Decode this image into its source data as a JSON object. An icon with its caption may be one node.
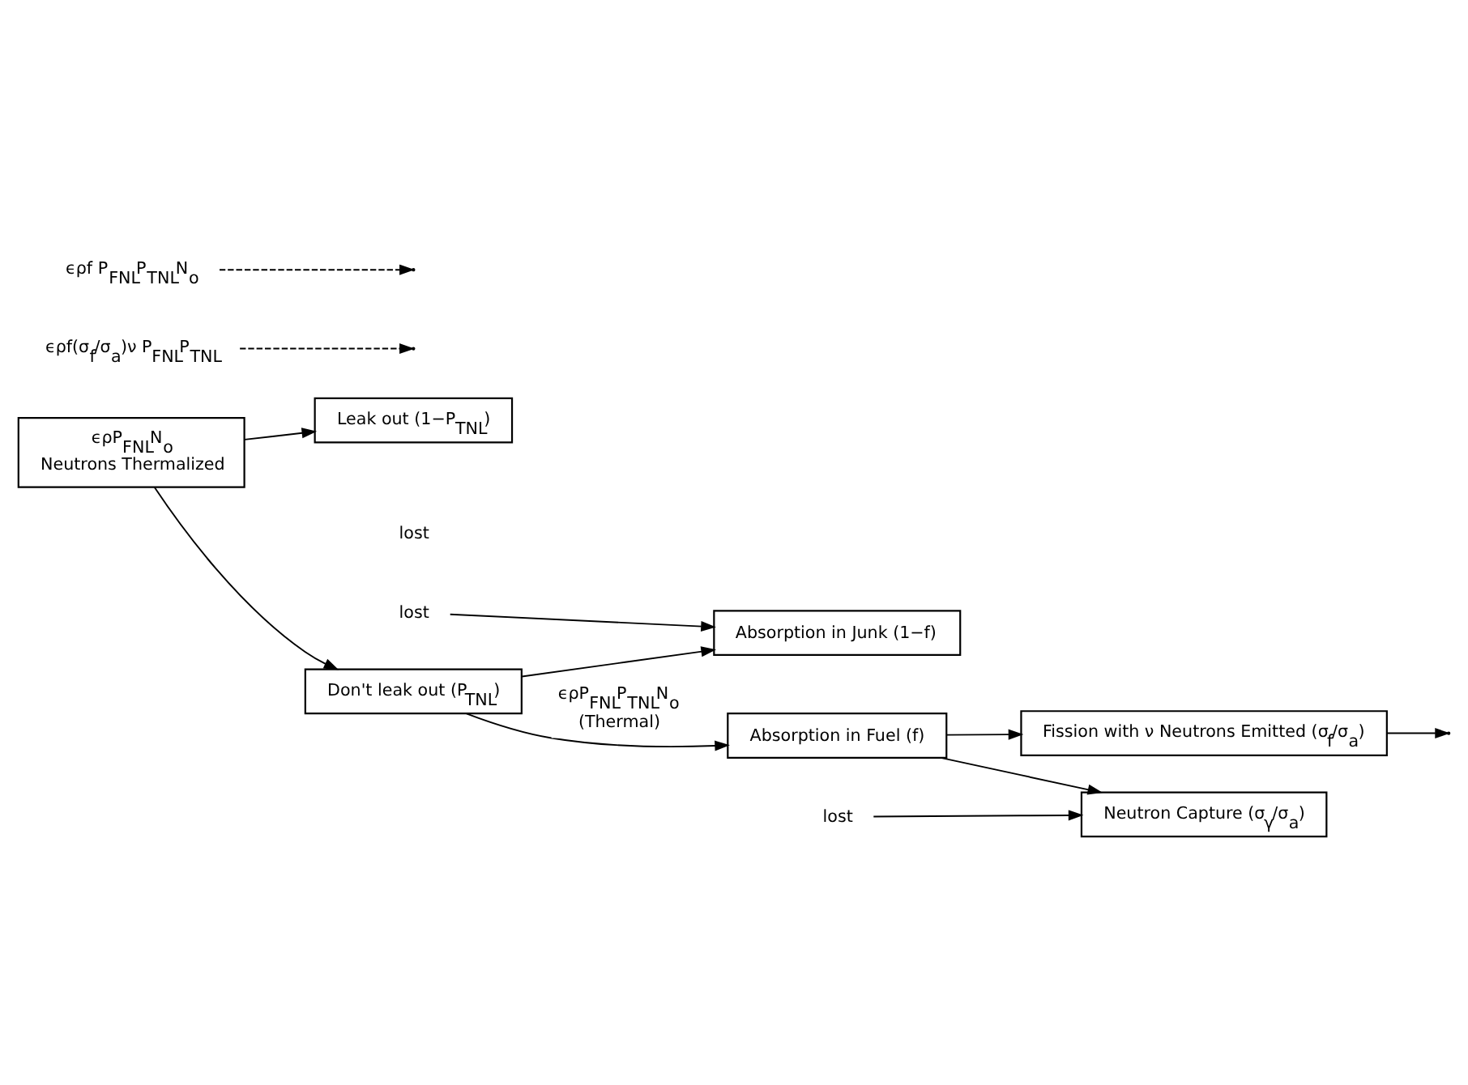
{
  "diagram": {
    "nodes": [
      {
        "text": [
          "ϵρP$_{FNL}$N$_{o}$",
          "Neutrons Thermalized"
        ]
      },
      {
        "text": [
          "Leak out (1−P$_{TNL}$)"
        ]
      },
      {
        "text": [
          "Don't leak out (P$_{TNL}$)"
        ]
      },
      {
        "text": [
          "Absorption in Fuel (f)"
        ]
      },
      {
        "text": [
          "Absorption in Junk (1−f)"
        ]
      },
      {
        "text": [
          "Neutron Capture (σ$_{γ}$/σ$_{a}$)"
        ]
      },
      {
        "text": [
          "Fission with ν Neutrons Emitted (σ$_{f}$/σ$_{a}$)"
        ]
      },
      {
        "text": [
          "lost"
        ]
      },
      {
        "text": [
          "lost"
        ]
      },
      {
        "text": [
          "ϵρf(σ$_{f}$/σ$_{a}$)ν P$_{FNL}$P$_{TNL}$"
        ]
      },
      {
        "text": [
          "ϵρf P$_{FNL}$P$_{TNL}$N$_{o}$"
        ]
      }
    ],
    "edges": [
      {
        "from": 0,
        "to": 1,
        "arrow": "to"
      },
      {
        "from": 0,
        "to": 2,
        "arrow": "to"
      },
      {
        "from": 2,
        "to": 3,
        "arrow": "to",
        "label": "ϵρP$_{FNL}$P$_{TNL}$N$_{o}$ (Thermal)"
      },
      {
        "from": 2,
        "to": 4,
        "arrow": "to"
      },
      {
        "from": 3,
        "to": 5,
        "arrow": "to"
      },
      {
        "from": 3,
        "to": 6,
        "arrow": "to"
      },
      {
        "from": 7,
        "to": 5,
        "arrow": "to"
      },
      {
        "from": 8,
        "to": 4,
        "arrow": "to"
      },
      {
        "from": 6,
        "to": null,
        "arrow": "to"
      },
      {
        "from": 9,
        "to": null,
        "arrow": "to",
        "style": "dashed"
      },
      {
        "from": 10,
        "to": null,
        "arrow": "to",
        "style": "dashed"
      }
    ],
    "labels": [
      "lost"
    ]
  }
}
